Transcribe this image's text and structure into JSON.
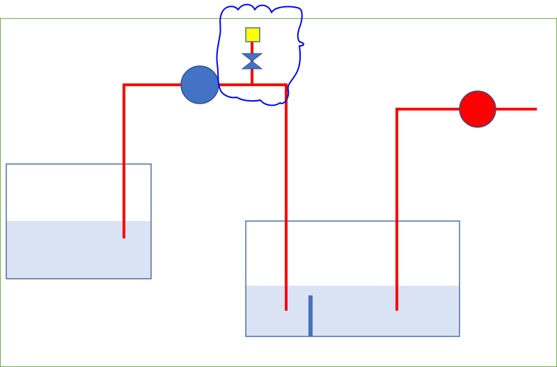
{
  "diagram": {
    "colors": {
      "frame": "#70ad47",
      "pipe": "#ff0000",
      "tank_outline": "#4a6fa5",
      "liquid": "#dae3f3",
      "pump_blue": "#4472c4",
      "pump_red": "#ff0000",
      "actuator": "#ffff00",
      "valve": "#4472c4",
      "cloud_outline": "#0000ff",
      "level_sensor": "#4472c4"
    },
    "components": {
      "left_tank": {
        "liquid_fill": 0.5
      },
      "right_tank": {
        "liquid_fill": 0.44
      },
      "pump_a": {
        "icon": "pump-circle-blue"
      },
      "pump_b": {
        "icon": "pump-circle-red"
      },
      "control_valve": {
        "icon": "bowtie-valve",
        "actuator_icon": "yellow-square-actuator"
      },
      "highlight": {
        "icon": "freehand-cloud-outline"
      },
      "level_sensor": {
        "icon": "vertical-bar-sensor"
      }
    }
  }
}
